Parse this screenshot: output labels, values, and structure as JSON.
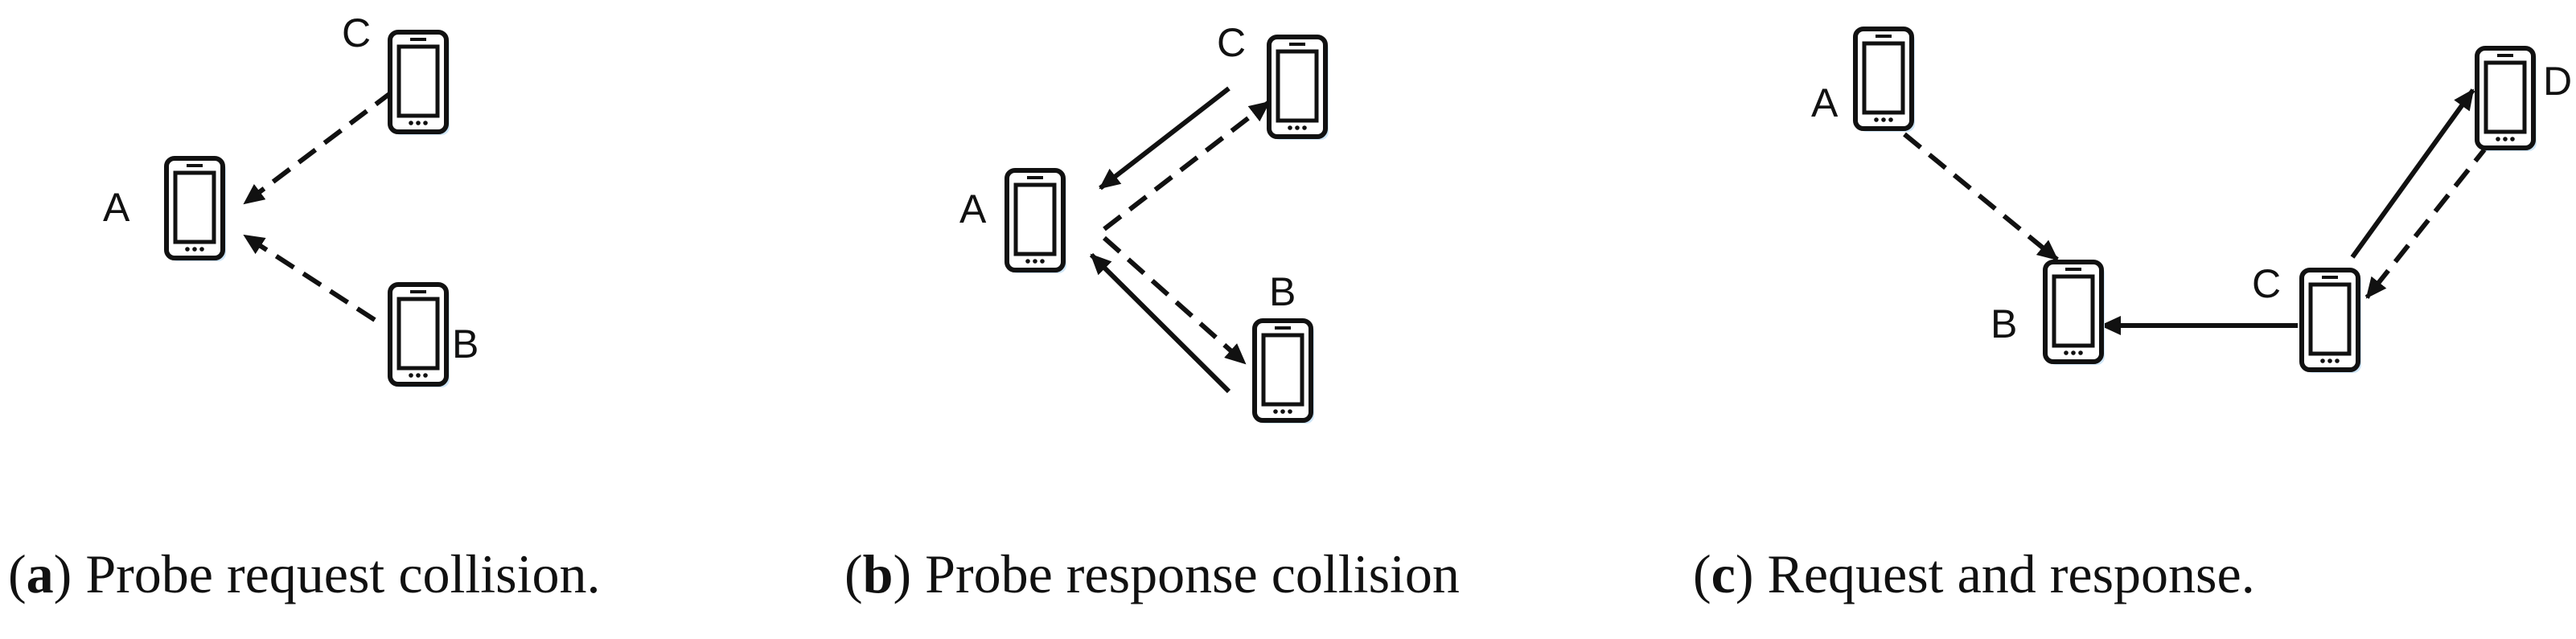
{
  "figure": {
    "panels": [
      {
        "letter": "a",
        "caption": "Probe request collision.",
        "nodes": {
          "A": "A",
          "B": "B",
          "C": "C"
        },
        "edges": [
          {
            "from": "C",
            "to": "A",
            "style": "dashed"
          },
          {
            "from": "B",
            "to": "A",
            "style": "dashed"
          }
        ]
      },
      {
        "letter": "b",
        "caption": "Probe response collision",
        "nodes": {
          "A": "A",
          "B": "B",
          "C": "C"
        },
        "edges": [
          {
            "from": "C",
            "to": "A",
            "style": "solid"
          },
          {
            "from": "A",
            "to": "C",
            "style": "dashed"
          },
          {
            "from": "B",
            "to": "A",
            "style": "solid"
          },
          {
            "from": "A",
            "to": "B",
            "style": "dashed"
          }
        ]
      },
      {
        "letter": "c",
        "caption": "Request and response.",
        "nodes": {
          "A": "A",
          "B": "B",
          "C": "C",
          "D": "D"
        },
        "edges": [
          {
            "from": "A",
            "to": "B",
            "style": "dashed"
          },
          {
            "from": "C",
            "to": "B",
            "style": "solid"
          },
          {
            "from": "C",
            "to": "D",
            "style": "solid"
          },
          {
            "from": "D",
            "to": "C",
            "style": "dashed"
          }
        ]
      }
    ]
  },
  "colors": {
    "stroke": "#111111",
    "phone_body": "#ffffff",
    "phone_shadow": "#cfe6f7"
  }
}
